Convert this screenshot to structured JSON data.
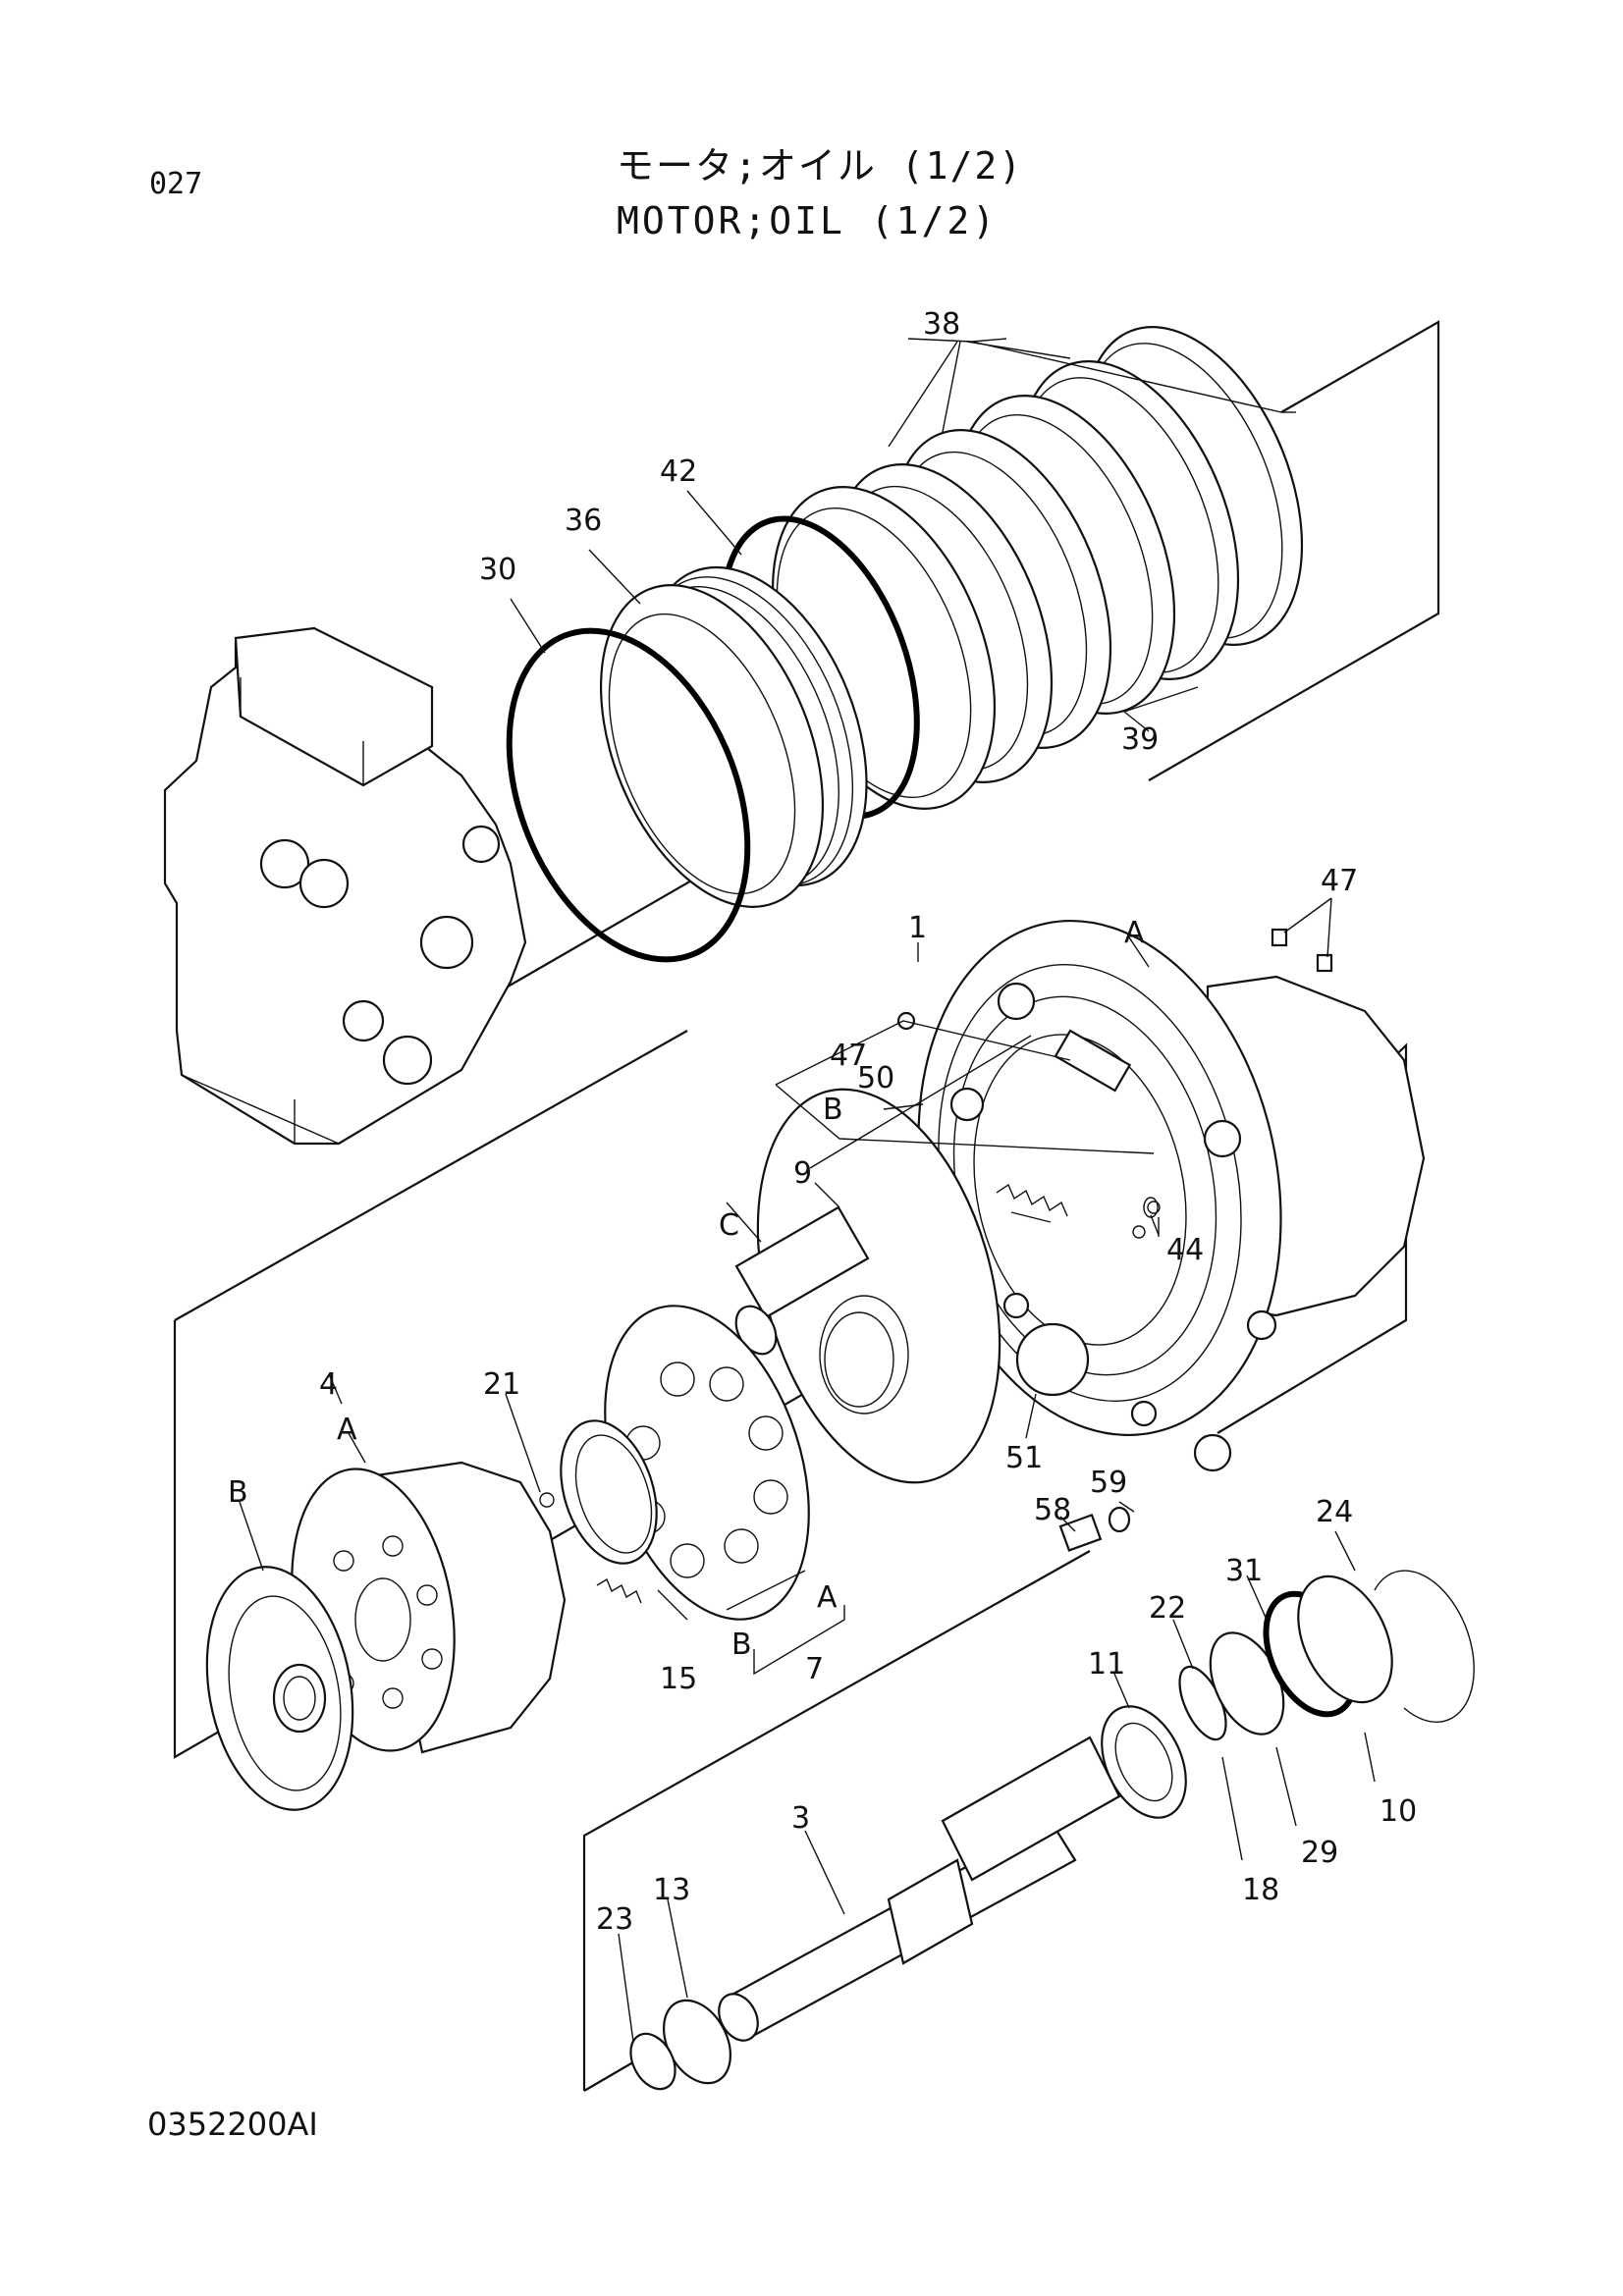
{
  "header": {
    "page_number": "027",
    "title_japanese": "モータ;オイル (1/2)",
    "title_english": "MOTOR;OIL (1/2)"
  },
  "footer": {
    "drawing_code": "0352200AI"
  },
  "callouts": {
    "c38": "38",
    "c42": "42",
    "c36": "36",
    "c30": "30",
    "c39": "39",
    "c47a": "47",
    "c47b": "47",
    "c1": "1",
    "cA1": "A",
    "cB1": "B",
    "c50": "50",
    "c9": "9",
    "cC": "C",
    "c44": "44",
    "c4": "4",
    "cA2": "A",
    "cB2": "B",
    "c21": "21",
    "c51": "51",
    "c59": "59",
    "c58": "58",
    "cA3": "A",
    "cB3": "B",
    "c7": "7",
    "c15": "15",
    "c24": "24",
    "c31": "31",
    "c22": "22",
    "c11": "11",
    "c10": "10",
    "c29": "29",
    "c18": "18",
    "c3": "3",
    "c13": "13",
    "c23": "23"
  }
}
